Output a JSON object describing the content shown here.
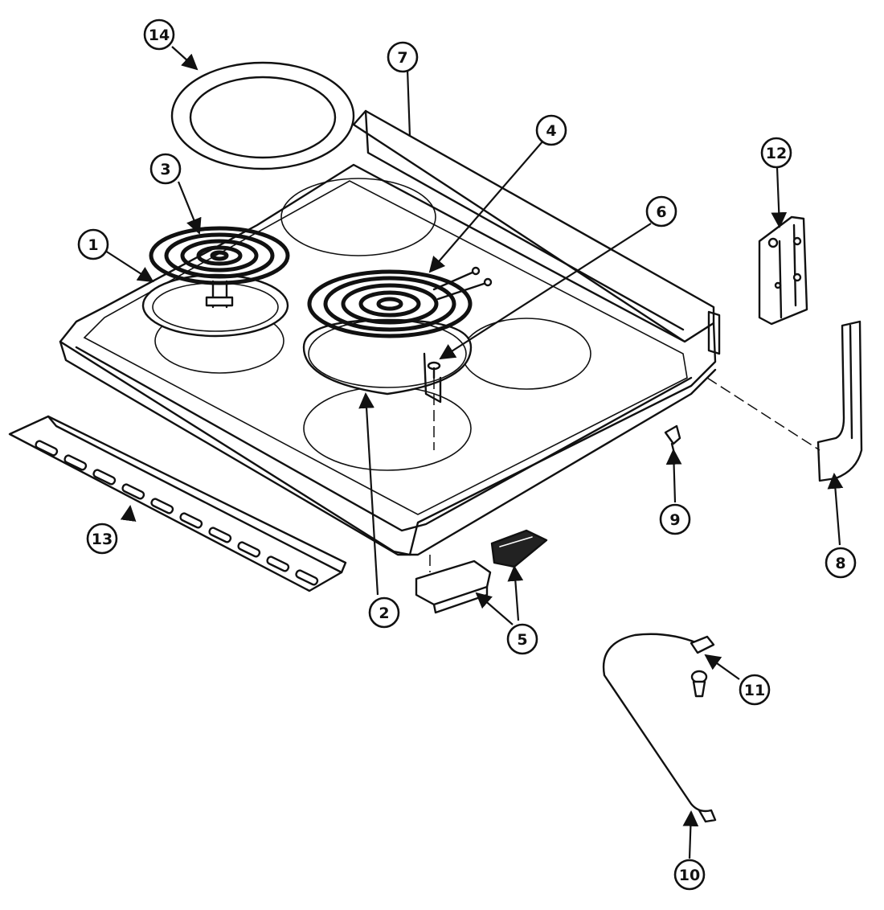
{
  "diagram": {
    "callouts": [
      {
        "id": "1",
        "label": "1"
      },
      {
        "id": "2",
        "label": "2"
      },
      {
        "id": "3",
        "label": "3"
      },
      {
        "id": "4",
        "label": "4"
      },
      {
        "id": "5",
        "label": "5"
      },
      {
        "id": "6",
        "label": "6"
      },
      {
        "id": "7",
        "label": "7"
      },
      {
        "id": "8",
        "label": "8"
      },
      {
        "id": "9",
        "label": "9"
      },
      {
        "id": "10",
        "label": "10"
      },
      {
        "id": "11",
        "label": "11"
      },
      {
        "id": "12",
        "label": "12"
      },
      {
        "id": "13",
        "label": "13"
      },
      {
        "id": "14",
        "label": "14"
      }
    ],
    "colors": {
      "ink": "#111111",
      "paper": "#ffffff"
    }
  }
}
